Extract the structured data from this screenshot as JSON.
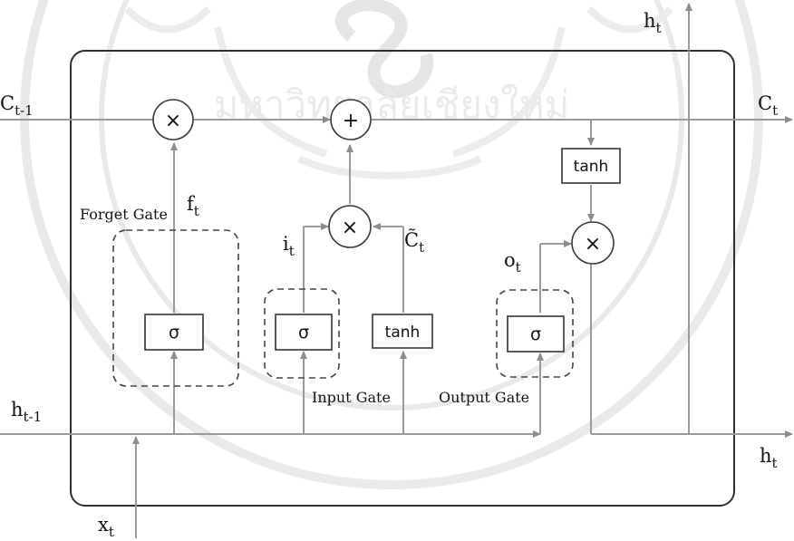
{
  "colors": {
    "line": "#9a9a9a",
    "box": "#3a3a3a",
    "text": "#111111",
    "watermark": "#cfcfcf",
    "background": "#ffffff"
  },
  "watermark": {
    "text": "มหาวิทยาลัยเชียงใหม่",
    "emblem": "seal-logo"
  },
  "labels": {
    "c_prev": {
      "base": "C",
      "sub": "t-1"
    },
    "c_next": {
      "base": "C",
      "sub": "t"
    },
    "h_prev": {
      "base": "h",
      "sub": "t-1"
    },
    "h_next_right": {
      "base": "h",
      "sub": "t"
    },
    "h_next_top": {
      "base": "h",
      "sub": "t"
    },
    "x_in": {
      "base": "x",
      "sub": "t"
    },
    "f_t": {
      "base": "f",
      "sub": "t"
    },
    "i_t": {
      "base": "i",
      "sub": "t"
    },
    "c_tilde": {
      "base": "C̃",
      "sub": "t"
    },
    "o_t": {
      "base": "o",
      "sub": "t"
    }
  },
  "gates": {
    "forget": "Forget Gate",
    "input": "Input Gate",
    "output": "Output Gate"
  },
  "ops": {
    "multiply": "×",
    "add": "+"
  },
  "activations": {
    "sigmoid": "σ",
    "tanh": "tanh"
  }
}
